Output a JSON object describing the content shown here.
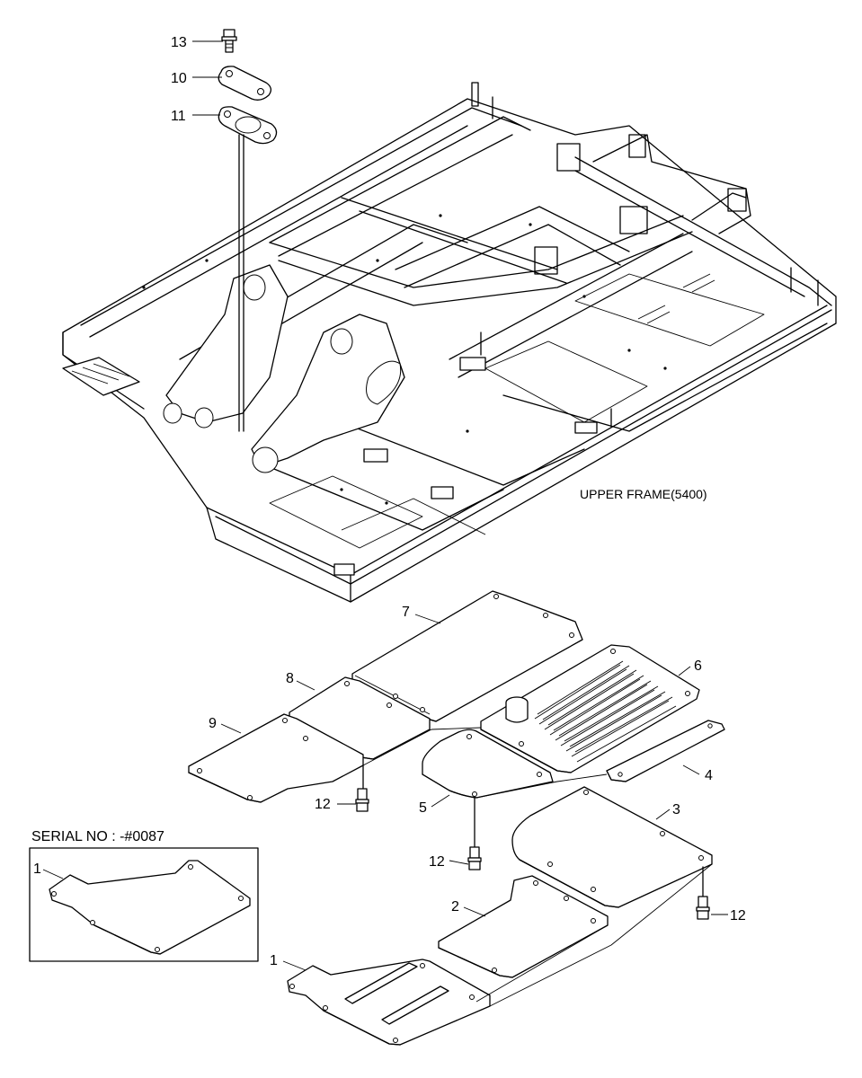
{
  "frame_label": "UPPER FRAME(5400)",
  "serial_label": "SERIAL NO : -#0087",
  "callouts": {
    "c13": "13",
    "c10": "10",
    "c11": "11",
    "c7": "7",
    "c6": "6",
    "c8": "8",
    "c9": "9",
    "c4": "4",
    "c5": "5",
    "c3": "3",
    "c12a": "12",
    "c12b": "12",
    "c12c": "12",
    "c2": "2",
    "c1": "1",
    "c1_inset": "1"
  }
}
